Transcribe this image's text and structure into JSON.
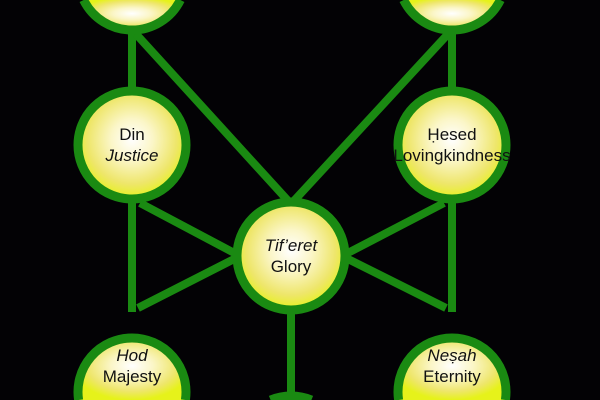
{
  "colors": {
    "line": "#1a8a12",
    "node_edge": "#f2f700",
    "node_center": "#fffde8",
    "background": "#030205"
  },
  "nodes": {
    "din": {
      "name": "Din",
      "meaning": "Justice"
    },
    "hesed": {
      "name": "Ḥesed",
      "meaning": "Lovingkindness"
    },
    "tiferet": {
      "name": "Tif’eret",
      "meaning": "Glory"
    },
    "hod": {
      "name": "Hod",
      "meaning": "Majesty"
    },
    "nesah": {
      "name": "Neṣah",
      "meaning": "Eternity"
    }
  }
}
